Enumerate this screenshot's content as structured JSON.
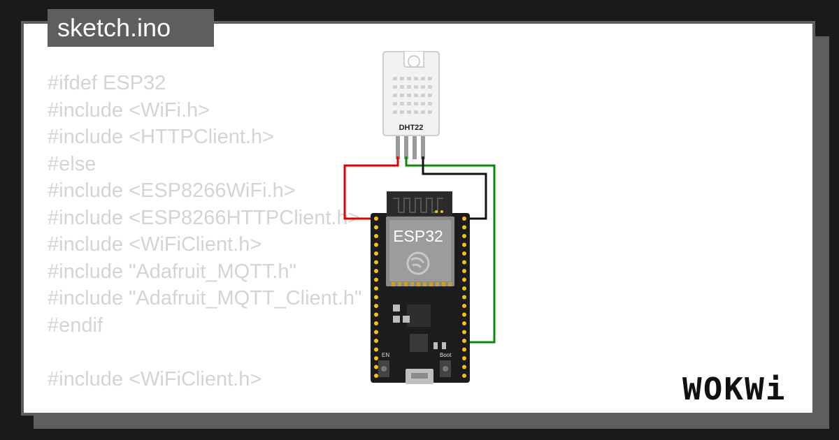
{
  "tab": {
    "filename": "sketch.ino"
  },
  "code": {
    "lines": [
      "#ifdef ESP32",
      "#include <WiFi.h>",
      "#include <HTTPClient.h>",
      "#else",
      "#include <ESP8266WiFi.h>",
      "#include <ESP8266HTTPClient.h>",
      "#include <WiFiClient.h>",
      "#include \"Adafruit_MQTT.h\"",
      "#include \"Adafruit_MQTT_Client.h\"",
      "#endif",
      "",
      "#include <WiFiClient.h>"
    ]
  },
  "diagram": {
    "sensor_label": "DHT22",
    "board_label": "ESP32",
    "en_label": "EN",
    "boot_label": "Boot",
    "wires": [
      {
        "name": "vcc-wire",
        "color": "#e00000"
      },
      {
        "name": "data-wire",
        "color": "#0a8a0a"
      },
      {
        "name": "gnd-wire",
        "color": "#111111"
      }
    ]
  },
  "brand": {
    "logo_text": "WOKWi"
  },
  "colors": {
    "background": "#1a1a1a",
    "frame": "#5e5e5e",
    "code_text": "#d4d4d4",
    "board": "#1c1c1c",
    "pin": "#f2c40d"
  }
}
